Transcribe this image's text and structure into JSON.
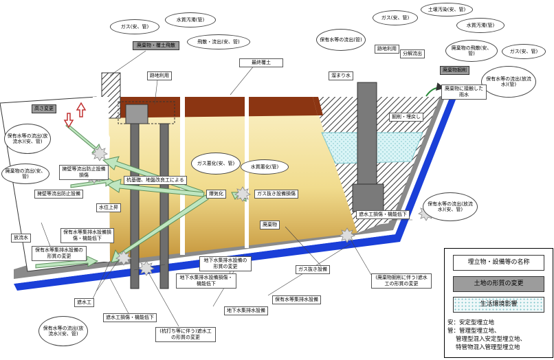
{
  "clouds": {
    "c1": "ガス(安、管)",
    "c2": "水質汚濁(管)",
    "c3": "飛散・流出(安、管)",
    "c4": "保有水等の流出(放流水)(安、管)",
    "c5": "廃棄物の流出(安、管)",
    "c6": "ガス悪化(安、管)",
    "c7": "水質悪化(管)",
    "c8": "保有水等の流出(管)",
    "c9": "ガス(安、管)",
    "c10": "土壌汚染(安、管)",
    "c11": "水質汚濁(管)",
    "c12": "廃棄物の飛散(安、管)",
    "c13": "ガス(安、管)",
    "c14": "保有水等の流出(放流水)(管)",
    "c15": "保有水等の流出(放流水)(安、管)",
    "c16": "保有水等の流出(放流水)(安、管)"
  },
  "boxes": {
    "haikibutsu_fukudo": "廃棄物・覆土飛散",
    "atochi_riyou": "跡地利用",
    "saishu_fukudo": "最終覆土",
    "takasa_henkou": "高さ変更",
    "youheki_ryuushutsu": "擁壁等流出防止設備損傷",
    "kuikiso": "杭基礎、地盤改良工による",
    "youheki_setsubi": "擁壁等流出防止設備",
    "mizui_joushou": "水位上昇",
    "houryuusui": "放流水",
    "shuusui_sonshou": "保有水等集排水設備損傷・機能低下",
    "shuusui_henkou": "保有水等集排水設備の形質の変更",
    "senkika": "爆気化",
    "gasunuki_sonshou": "ガス抜き設備損傷",
    "haikibutsu": "廃棄物",
    "shasuikou_sonshou": "遮水工損傷・機能低下",
    "tamari_mizu": "溜まり水",
    "atochi_riyou2": "跡地利用",
    "bunkai_ryuushutsu": "分解流出",
    "haikibutsu_kussaku": "廃棄物掘削",
    "kussaku_modoshi": "掘削・埋戻し",
    "haikibutsu_sesshoku": "廃棄物に接触した雨水",
    "chika_henkou": "地下水集排水設備の形質の変更",
    "chika_sonshou": "地下水集排水設備損傷・機能低下",
    "gasunuki": "ガス抜き設備",
    "haikibutsu_kussaku_hen": "(廃棄物掘削に伴う)遮水工の形質の変更",
    "hoyuu_setsubi": "保有水等集排水設備",
    "chika_setsubi": "地下水集排水設備",
    "shasuikou": "遮水工",
    "shasuikou_sonshou2": "遮水工損傷・機能低下",
    "kuiuchi_henkou": "(杭打ち等に伴う)遮水工の形質の変更"
  },
  "legend": {
    "item1": "埋立物・設備等の名称",
    "item2": "土地の形質の変更",
    "item3": "生活環境影響",
    "note1": "安：安定型埋立地",
    "note2": "管：管理型埋立地、",
    "note3": "管理型混入安定型埋立地、",
    "note4": "特管物混入管理型埋立地"
  },
  "colors": {
    "fill_yellow": "#f3e29b",
    "cover_brown": "#8b3512",
    "liner_blue": "#1a3fd8",
    "pile_gray": "#6e6e6e",
    "arrow_green": "#bfe6c0",
    "water_cyan": "#cdeff2"
  }
}
